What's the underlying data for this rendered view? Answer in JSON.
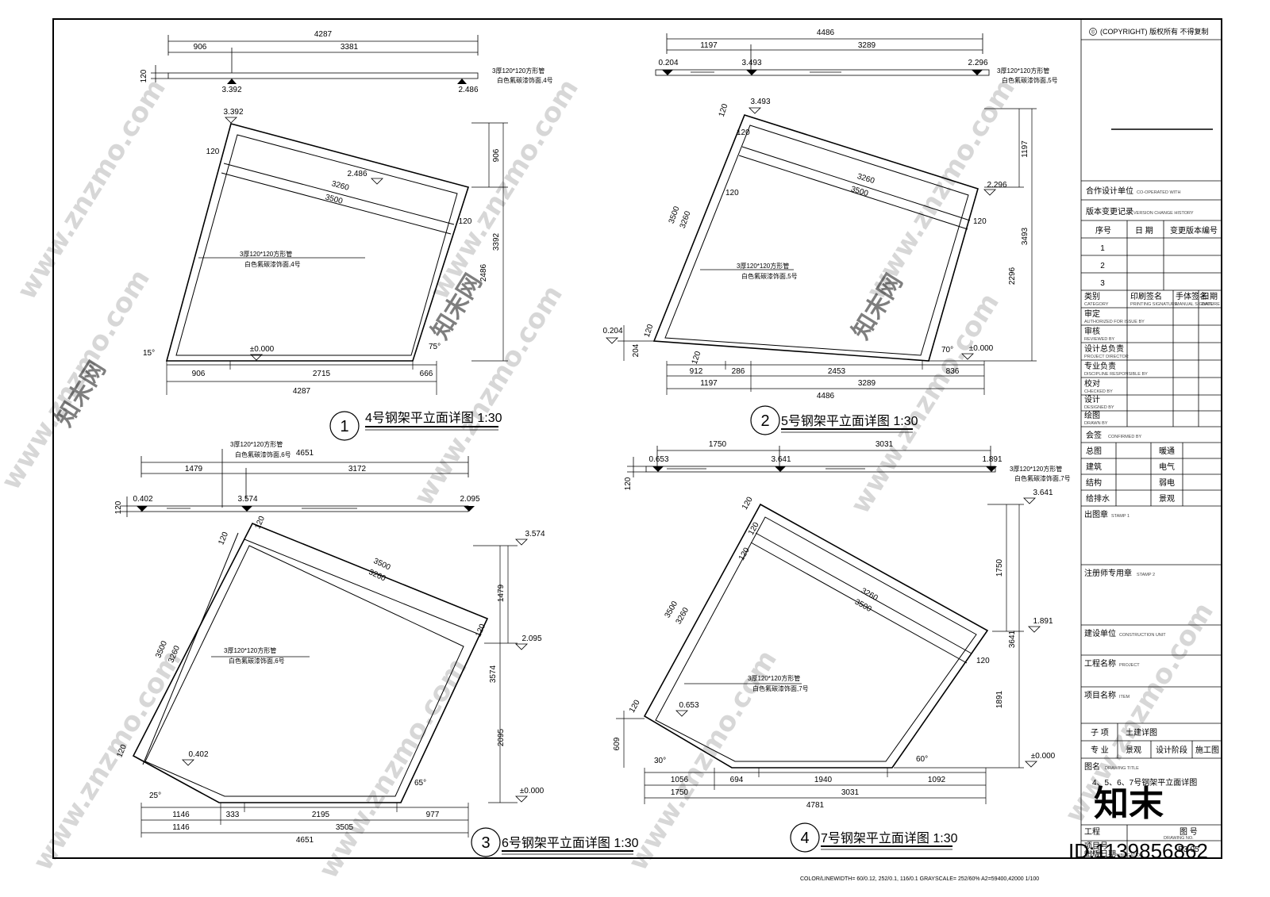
{
  "watermark": {
    "site": "www.znzmo.com",
    "brand": "知末网",
    "logo": "知末",
    "id_label": "ID:1139856862"
  },
  "footer": {
    "color_line": "COLOR/LINEWIDTH= 60/0.12,  252/0.1, 116/0.1   GRAYSCALE= 252/60%  A2=59400,42000  1/100"
  },
  "material": {
    "pipe": "3厚120*120方形管",
    "finish_4": "白色氟碳漆饰面,4号",
    "finish_5": "白色氟碳漆饰面,5号",
    "finish_6": "白色氟碳漆饰面,6号",
    "finish_7": "白色氟碳漆饰面,7号"
  },
  "drawings": [
    {
      "num": "1",
      "title": "4号钢架平立面详图 1:30",
      "plan": {
        "total": "4287",
        "seg1": "906",
        "seg2": "3381",
        "thk": "120",
        "lv1": "3.392",
        "lv2": "2.486"
      },
      "elev": {
        "top": "3.392",
        "mid": "2.486",
        "w_in": "3260",
        "w_out": "3500",
        "side": "120",
        "h1": "906",
        "h2": "2486",
        "h_tot": "3392",
        "zero": "±0.000",
        "ang_l": "15°",
        "ang_r": "75°",
        "b1": "906",
        "b2": "2715",
        "b3": "666",
        "btot": "4287"
      }
    },
    {
      "num": "2",
      "title": "5号钢架平立面详图 1:30",
      "plan": {
        "total": "4486",
        "seg1": "1197",
        "seg2": "3289",
        "lv1": "0.204",
        "lv2": "3.493",
        "lv3": "2.296"
      },
      "elev": {
        "top": "3.493",
        "mid": "2.296",
        "low": "0.204",
        "w_in": "3260",
        "w_out": "3500",
        "side": "120",
        "h_s1": "3500",
        "h_s2": "3260",
        "h1": "1197",
        "h2": "2296",
        "h_tot": "3493",
        "h_low": "204",
        "zero": "±0.000",
        "ang": "70°",
        "b1": "912",
        "b2": "286",
        "b3": "2453",
        "b4": "836",
        "c1": "1197",
        "c2": "3289",
        "btot": "4486"
      }
    },
    {
      "num": "3",
      "title": "6号钢架平立面详图 1:30",
      "plan": {
        "total": "4651",
        "seg1": "1479",
        "seg2": "3172",
        "thk": "120",
        "lv1": "0.402",
        "lv2": "3.574",
        "lv3": "2.095"
      },
      "elev": {
        "top": "3.574",
        "mid": "2.095",
        "low": "0.402",
        "w_out": "3500",
        "w_in": "3260",
        "side": "120",
        "h1": "1479",
        "h2": "2095",
        "h_tot": "3574",
        "zero": "±0.000",
        "ang_l": "25°",
        "ang_r": "65°",
        "b1": "1146",
        "b2": "333",
        "b3": "2195",
        "b4": "977",
        "c1": "1146",
        "c2": "3505",
        "btot": "4651"
      }
    },
    {
      "num": "4",
      "title": "7号钢架平立面详图 1:30",
      "plan": {
        "total_a": "1750",
        "total_b": "3031",
        "thk": "120",
        "lv1": "0.653",
        "lv2": "3.641",
        "lv3": "1.891"
      },
      "elev": {
        "top": "3.641",
        "mid": "1.891",
        "low": "0.653",
        "w_in": "3260",
        "w_out": "3500",
        "side": "120",
        "h1": "1750",
        "h2": "1891",
        "h_tot": "3641",
        "h_low": "609",
        "zero": "±0.000",
        "ang_l": "30°",
        "ang_r": "60°",
        "b1": "1056",
        "b2": "694",
        "b3": "1940",
        "b4": "1092",
        "c1": "1750",
        "c2": "3031",
        "btot": "4781"
      }
    }
  ],
  "title_block": {
    "copyright": "(COPYRIGHT) 版权所有 不得复制",
    "copyright_mark": "©",
    "co_op": "合作设计单位",
    "co_op_en": "CO-OPERATED WITH",
    "version": "版本变更记录",
    "version_en": "VERSION CHANGE HISTORY",
    "col_no": "序号",
    "col_date": "日 期",
    "col_ver": "变更版本编号",
    "rows": [
      "1",
      "2",
      "3"
    ],
    "cat": "类别",
    "cat_en": "CATEGORY",
    "print_sig": "印刷签名",
    "print_sig_en": "PRINTING SIGNATURE",
    "manual_sig": "手体签名",
    "manual_sig_en": "MANUAL SIGNATURE",
    "date": "日期",
    "date_en": "DATE",
    "sign_rows": [
      {
        "cn": "审定",
        "en": "AUTHORIZED FOR ISSUE BY"
      },
      {
        "cn": "审核",
        "en": "REVIEWED BY"
      },
      {
        "cn": "设计总负责",
        "en": "PROJECT DIRECTOR"
      },
      {
        "cn": "专业负责",
        "en": "DISCIPLINE RESPONSIBLE BY"
      },
      {
        "cn": "校对",
        "en": "CHECKED BY"
      },
      {
        "cn": "设计",
        "en": "DESIGNED BY"
      },
      {
        "cn": "绘图",
        "en": "DRAWN BY"
      }
    ],
    "confirm": "会签",
    "confirm_en": "CONFIRMED BY",
    "disc": [
      [
        "总图",
        "暖通"
      ],
      [
        "建筑",
        "电气"
      ],
      [
        "结构",
        "弱电"
      ],
      [
        "给排水",
        "景观"
      ]
    ],
    "stamp1": "出图章",
    "stamp1_en": "STAMP 1",
    "stamp2": "注册师专用章",
    "stamp2_en": "STAMP 2",
    "constr": "建设单位",
    "constr_en": "CONSTRUCTION UNIT",
    "project": "工程名称",
    "project_en": "PROJECT",
    "item": "项目名称",
    "item_en": "ITEM",
    "sub": "子 项",
    "sub_val": "土建详图",
    "spec": "专 业",
    "spec_val": "景观",
    "stage": "设计阶段",
    "stage_val": "施工图",
    "dtitle": "图名",
    "dtitle_en": "DRAWING TITLE",
    "dtitle_val": "4、5、6、7号钢架平立面详图",
    "proj_no": "工程",
    "drawing_no": "图 号",
    "drawing_no_en": "DRAWING NO.",
    "item_no": "项目号",
    "item_no_en": "ITEM NO.",
    "date_pub": "出版日期",
    "date_pub_en": "PUBLICATION",
    "sheet_no": "B3-05"
  }
}
